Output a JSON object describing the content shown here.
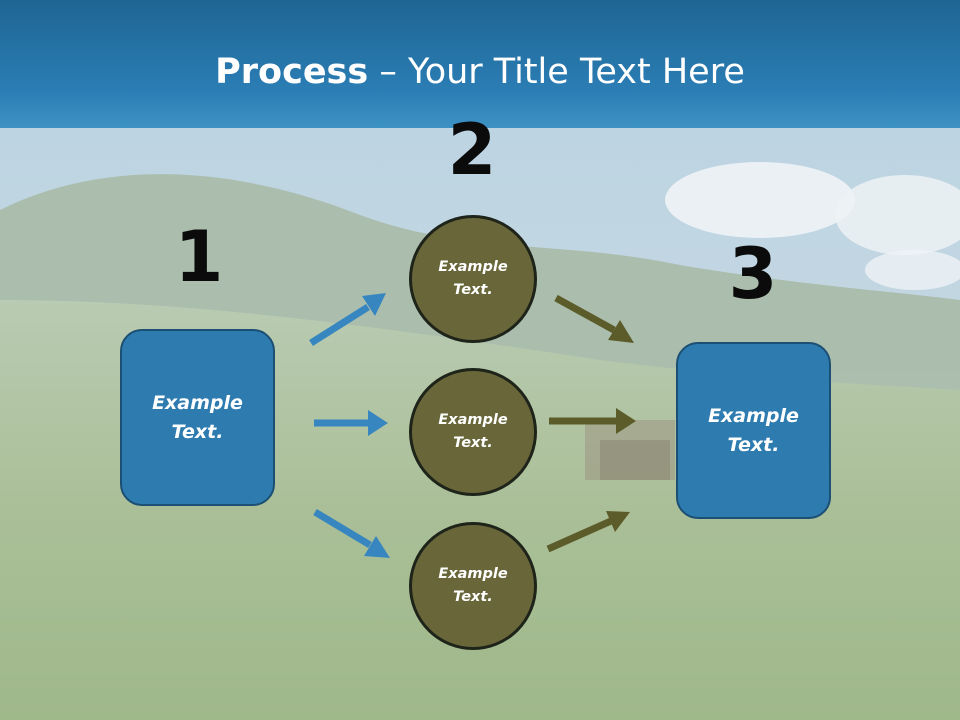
{
  "slide": {
    "title_bold": "Process",
    "title_rest": " – Your Title Text Here"
  },
  "colors": {
    "blue_shape": "#2e7bb0",
    "olive_shape": "#69673a",
    "blue_arrow": "#3786bf",
    "olive_arrow": "#5c5c2a"
  },
  "steps": {
    "step1": {
      "number": "1",
      "text": "Example\nText."
    },
    "step2": {
      "number": "2",
      "circles": [
        {
          "text": "Example\nText."
        },
        {
          "text": "Example\nText."
        },
        {
          "text": "Example\nText."
        }
      ]
    },
    "step3": {
      "number": "3",
      "text": "Example\nText."
    }
  }
}
